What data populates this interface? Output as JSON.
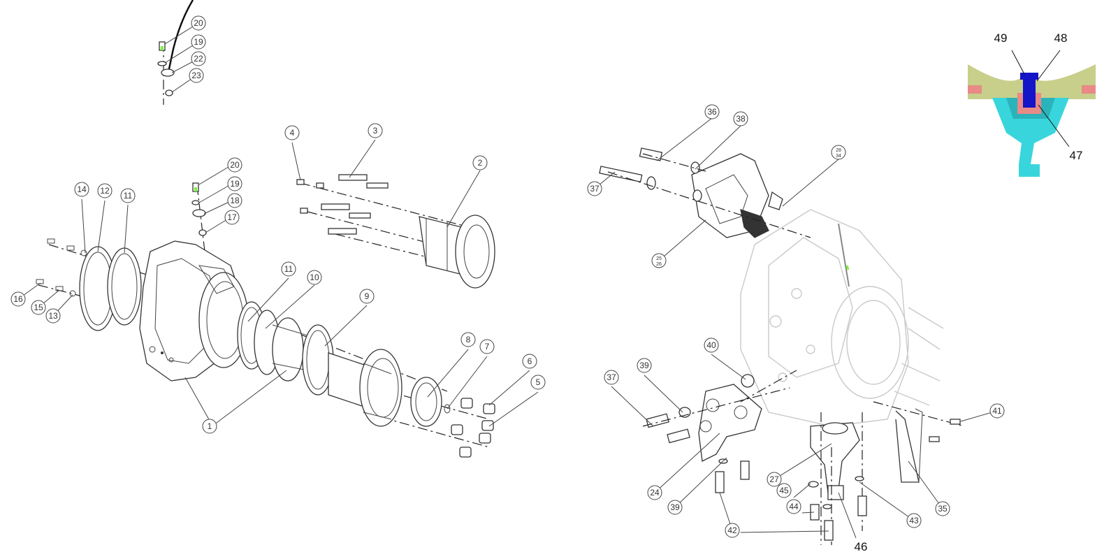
{
  "callouts": [
    "1",
    "2",
    "3",
    "4",
    "5",
    "6",
    "7",
    "8",
    "9",
    "10",
    "11",
    "11",
    "12",
    "13",
    "14",
    "15",
    "16",
    "17",
    "18",
    "19",
    "19",
    "20",
    "20",
    "22",
    "23",
    "24",
    "25\n26",
    "27",
    "28\n34",
    "35",
    "36",
    "37",
    "37",
    "38",
    "39",
    "39",
    "40",
    "41",
    "42",
    "43",
    "44",
    "45"
  ],
  "inset_labels": [
    "49",
    "48",
    "47"
  ],
  "plain_labels": [
    "46"
  ],
  "colors": {
    "inset_olive": "#c7cf8a",
    "inset_cyan": "#38d6dc",
    "inset_blue": "#1414c8",
    "inset_salmon": "#e88a86",
    "highlight_green": "#7ef040"
  }
}
